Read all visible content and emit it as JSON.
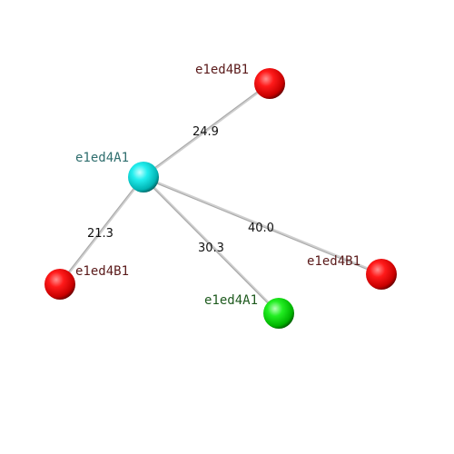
{
  "colors": {
    "background": "#ffffff",
    "bond": "#c8c8c8",
    "label_center": "#2f6e6e",
    "label_red": "#5a1a1a",
    "label_green": "#1e5a1e"
  },
  "atoms": [
    {
      "id": "center",
      "label": "e1ed4A1",
      "color": "cyan"
    },
    {
      "id": "top",
      "label": "e1ed4B1",
      "color": "red"
    },
    {
      "id": "left",
      "label": "e1ed4B1",
      "color": "red"
    },
    {
      "id": "right",
      "label": "e1ed4B1",
      "color": "red"
    },
    {
      "id": "bottom",
      "label": "e1ed4A1",
      "color": "green"
    }
  ],
  "bonds": [
    {
      "from": "center",
      "to": "top",
      "distance": "24.9"
    },
    {
      "from": "center",
      "to": "left",
      "distance": "21.3"
    },
    {
      "from": "center",
      "to": "bottom",
      "distance": "30.3"
    },
    {
      "from": "center",
      "to": "right",
      "distance": "40.0"
    }
  ]
}
